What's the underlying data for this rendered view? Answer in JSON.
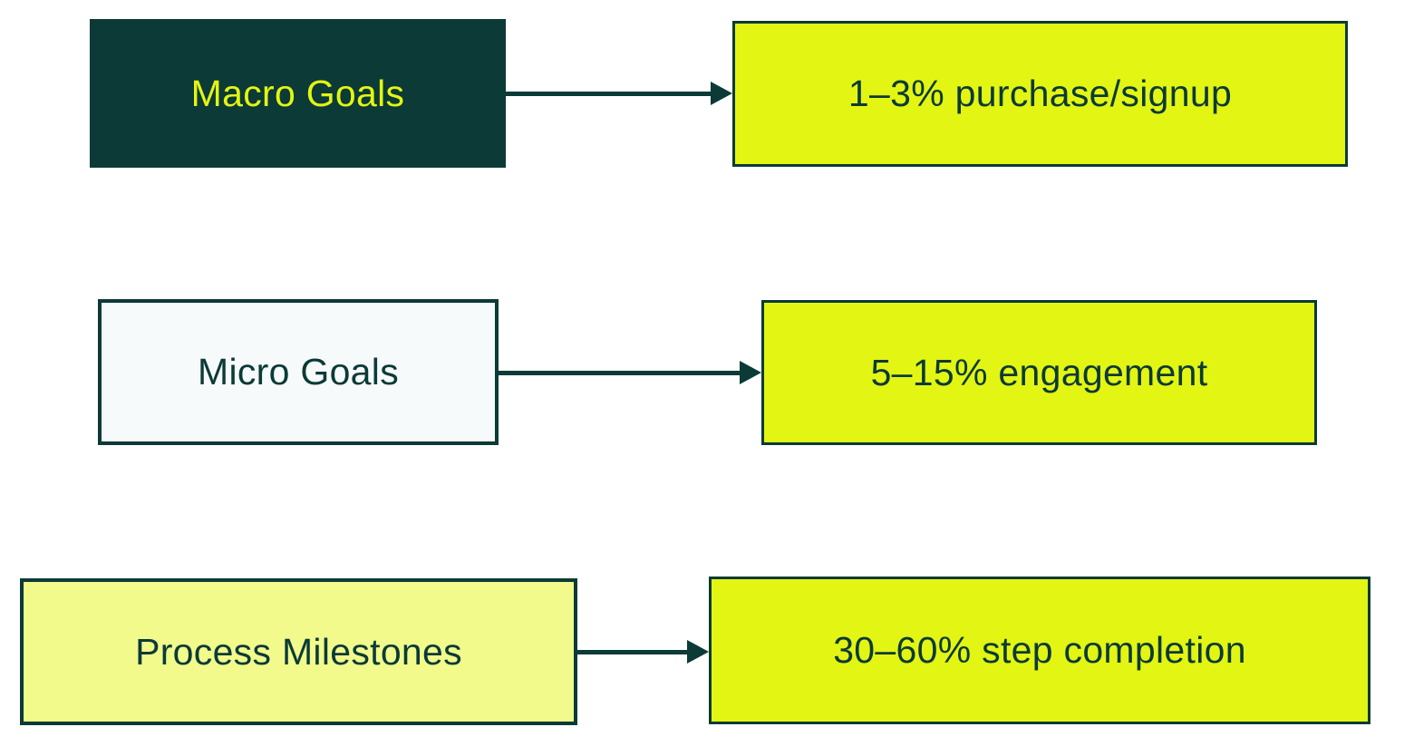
{
  "diagram": {
    "rows": [
      {
        "source": {
          "label": "Macro Goals"
        },
        "target": {
          "label": "1–3% purchase/signup"
        }
      },
      {
        "source": {
          "label": "Micro Goals"
        },
        "target": {
          "label": "5–15% engagement"
        }
      },
      {
        "source": {
          "label": "Process Milestones"
        },
        "target": {
          "label": "30–60% step completion"
        }
      }
    ]
  },
  "colors": {
    "dark_teal": "#0b3a37",
    "bright_lime": "#e3f513",
    "pale_lime": "#f2fa8c",
    "off_white": "#f7fafa",
    "background": "#ffffff"
  }
}
